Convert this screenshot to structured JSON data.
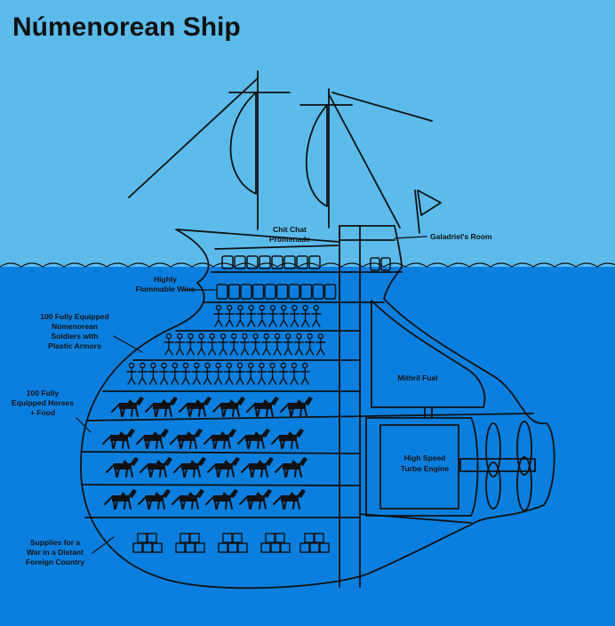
{
  "title": "Númenorean Ship",
  "labels": {
    "promenade": [
      "Chit Chat",
      "Promenade"
    ],
    "galadriel": [
      "Galadriel's Room"
    ],
    "wine": [
      "Highly",
      "Flammable Wine"
    ],
    "soldiers": [
      "100 Fully Equipped",
      "Númenorean",
      "Soldiers with",
      "Plastic Armors"
    ],
    "horses": [
      "100 Fully",
      "Equipped Horses",
      "+ Food"
    ],
    "fuel": [
      "Mithril Fuel"
    ],
    "engine": [
      "High Speed",
      "Turbo Engine"
    ],
    "supplies": [
      "Supplies for a",
      "War in a Distant",
      "Foreign Country"
    ]
  },
  "colors": {
    "sky": "#5bbcec",
    "sea": "#0a7fe0",
    "hull": "#ffffff",
    "ink": "#111111"
  }
}
